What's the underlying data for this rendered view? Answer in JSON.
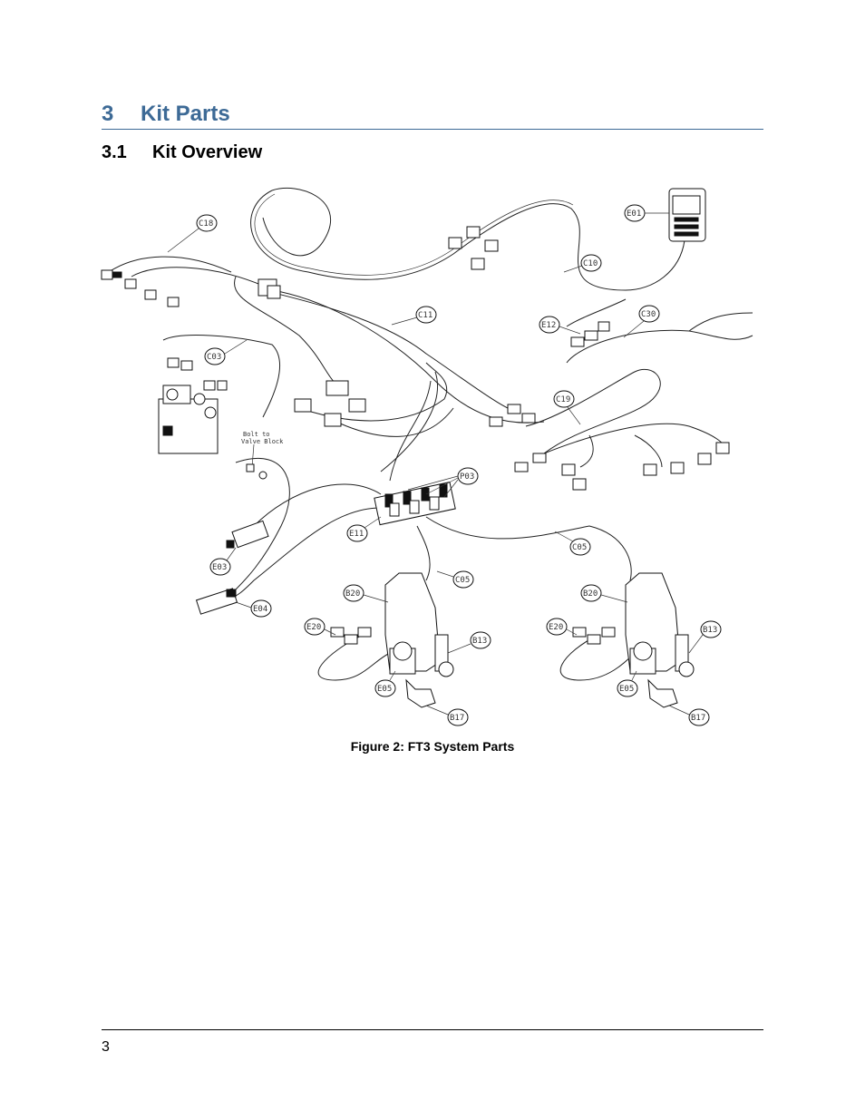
{
  "section": {
    "number": "3",
    "title": "Kit Parts"
  },
  "subsection": {
    "number": "3.1",
    "title": "Kit Overview"
  },
  "figure": {
    "caption": "Figure 2: FT3 System Parts",
    "callouts": {
      "c18": "C18",
      "e01": "E01",
      "c10": "C10",
      "c11": "C11",
      "c30": "C30",
      "e12": "E12",
      "c03": "C03",
      "c19": "C19",
      "p03": "P03",
      "e11": "E11",
      "c05": "C05",
      "c05b": "C05",
      "e03": "E03",
      "e04": "E04",
      "b20a": "B20",
      "b20b": "B20",
      "e20a": "E20",
      "e20b": "E20",
      "b13a": "B13",
      "b13b": "B13",
      "e05a": "E05",
      "e05b": "E05",
      "b17a": "B17",
      "b17b": "B17"
    },
    "note_line1": "Bolt to",
    "note_line2": "Valve Block"
  },
  "footer": {
    "page_number": "3"
  }
}
